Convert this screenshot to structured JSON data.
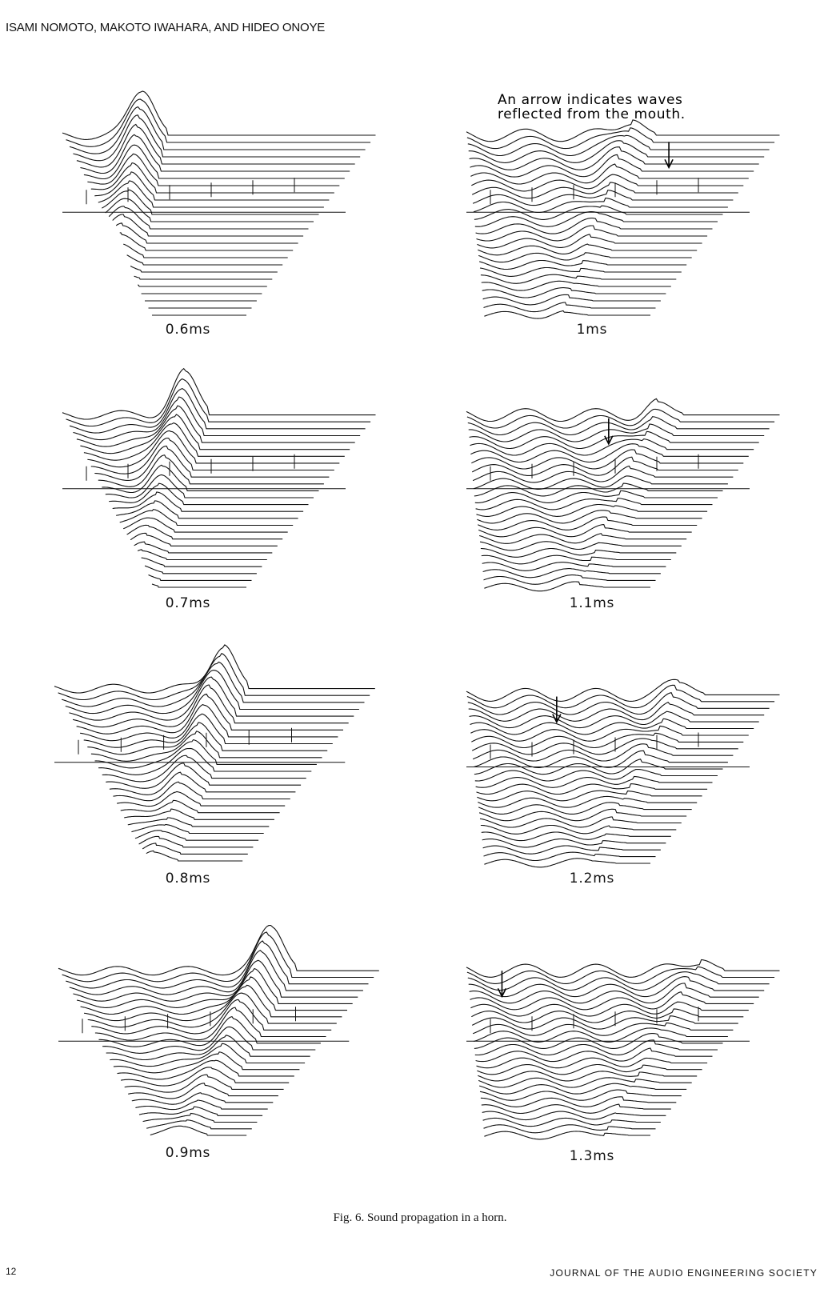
{
  "header": {
    "authors": "ISAMI NOMOTO, MAKOTO IWAHARA, AND HIDEO ONOYE"
  },
  "annotation": {
    "text": "An arrow indicates waves\nreflected from the mouth."
  },
  "figure": {
    "caption": "Fig. 6. Sound propagation in a horn.",
    "panels": [
      {
        "label": "0.6ms",
        "peak_position": 0.3,
        "peak_amplitude": 1.0,
        "arrow": false,
        "arrow_position": null
      },
      {
        "label": "1ms",
        "peak_position": 0.62,
        "peak_amplitude": 0.35,
        "arrow": true,
        "arrow_position": 0.74
      },
      {
        "label": "0.7ms",
        "peak_position": 0.46,
        "peak_amplitude": 1.0,
        "arrow": false,
        "arrow_position": null
      },
      {
        "label": "1.1ms",
        "peak_position": 0.72,
        "peak_amplitude": 0.3,
        "arrow": true,
        "arrow_position": 0.52
      },
      {
        "label": "0.8ms",
        "peak_position": 0.62,
        "peak_amplitude": 1.0,
        "arrow": false,
        "arrow_position": null
      },
      {
        "label": "1.2ms",
        "peak_position": 0.8,
        "peak_amplitude": 0.28,
        "arrow": true,
        "arrow_position": 0.33
      },
      {
        "label": "0.9ms",
        "peak_position": 0.78,
        "peak_amplitude": 1.0,
        "arrow": false,
        "arrow_position": null
      },
      {
        "label": "1.3ms",
        "peak_position": 0.88,
        "peak_amplitude": 0.25,
        "arrow": true,
        "arrow_position": 0.13
      }
    ]
  },
  "footer": {
    "page_number": "12",
    "journal": "JOURNAL OF THE AUDIO ENGINEERING SOCIETY"
  }
}
